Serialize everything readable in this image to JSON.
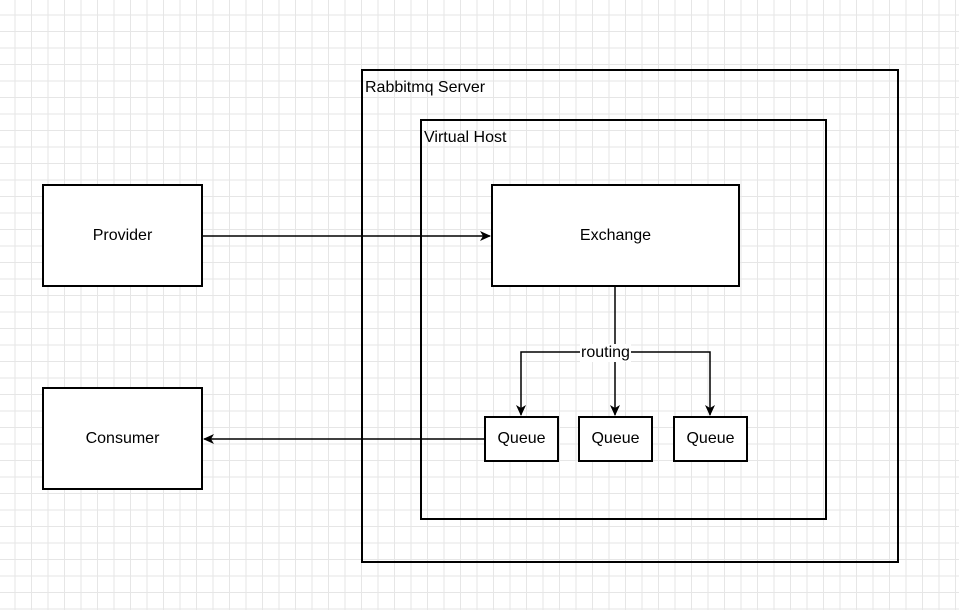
{
  "diagram": {
    "nodes": {
      "server": {
        "label": "Rabbitmq Server"
      },
      "vhost": {
        "label": "Virtual Host"
      },
      "provider": {
        "label": "Provider"
      },
      "consumer": {
        "label": "Consumer"
      },
      "exchange": {
        "label": "Exchange"
      },
      "queue_1": {
        "label": "Queue"
      },
      "queue_2": {
        "label": "Queue"
      },
      "queue_3": {
        "label": "Queue"
      }
    },
    "edges": [
      {
        "from": "provider",
        "to": "exchange",
        "label": ""
      },
      {
        "from": "exchange",
        "to": "queue_1",
        "label": "routing"
      },
      {
        "from": "exchange",
        "to": "queue_2",
        "label": ""
      },
      {
        "from": "exchange",
        "to": "queue_3",
        "label": ""
      },
      {
        "from": "queue_1",
        "to": "consumer",
        "label": ""
      }
    ],
    "colors": {
      "stroke": "#000000",
      "fill": "#ffffff",
      "grid": "#e6e6e6"
    }
  }
}
